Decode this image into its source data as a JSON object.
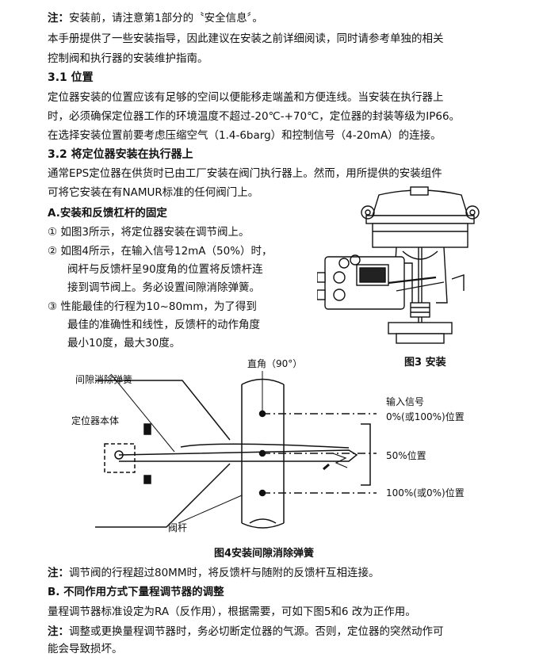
{
  "intro": {
    "note_label": "注：",
    "note_text": "安装前，请注意第1部分的〝安全信息〞。",
    "para1_line1": "本手册提供了一些安装指导，因此建议在安装之前详细阅读，同时请参考单独的相关",
    "para1_line2": "控制阀和执行器的安装维护指南。"
  },
  "section31": {
    "heading": "3.1 位置",
    "line1": "定位器安装的位置应该有足够的空间以便能移走端盖和方便连线。当安装在执行器上",
    "line2": "时，必须确保定位器工作的环境温度不超过-20℃-+70℃，定位器的封装等级为IP66。",
    "line3": "在选择安装位置前要考虑压缩空气（1.4-6barg）和控制信号（4-20mA）的连接。"
  },
  "section32": {
    "heading": "3.2 将定位器安装在执行器上",
    "line1": "通常EPS定位器在供货时已由工厂安装在阀门执行器上。然而，用所提供的安装组件",
    "line2": "可将它安装在有NAMUR标准的任何阀门上。",
    "subA": "A.安装和反馈杠杆的固定",
    "item1": "①  如图3所示，将定位器安装在调节阀上。",
    "item2_l1": "②  如图4所示，在输入信号12mA（50%）时，",
    "item2_l2": "阀杆与反馈杆呈90度角的位置将反馈杆连",
    "item2_l3": "接到调节阀上。务必设置间隙消除弹簧。",
    "item3_l1": "③  性能最佳的行程为10~80mm，为了得到",
    "item3_l2": "最佳的准确性和线性，反馈杆的动作角度",
    "item3_l3": "最小10度，最大30度。"
  },
  "figure3": {
    "caption": "图3 安装"
  },
  "figure4": {
    "right_angle": "直角（90°）",
    "spring": "间隙消除弹簧",
    "body": "定位器本体",
    "input_signal": "输入信号",
    "pos_top": "0%(或100%)位置",
    "pos_mid": "50%位置",
    "pos_bottom": "100%(或0%)位置",
    "stem": "阀杆",
    "caption": "图4安装间隙消除弹簧"
  },
  "bottom": {
    "note1_label": "注：",
    "note1_text": "调节阀的行程超过80MM时，将反馈杆与随附的反馈杆互相连接。",
    "subB": "B. 不同作用方式下量程调节器的调整",
    "line1": "量程调节器标准设定为RA（反作用），根据需要，可如下图5和6 改为正作用。",
    "note2_label": "注：",
    "note2_text": "调整或更换量程调节器时，务必切断定位器的气源。否则，定位器的突然动作可",
    "note2_line2": "能会导致损坏。"
  }
}
